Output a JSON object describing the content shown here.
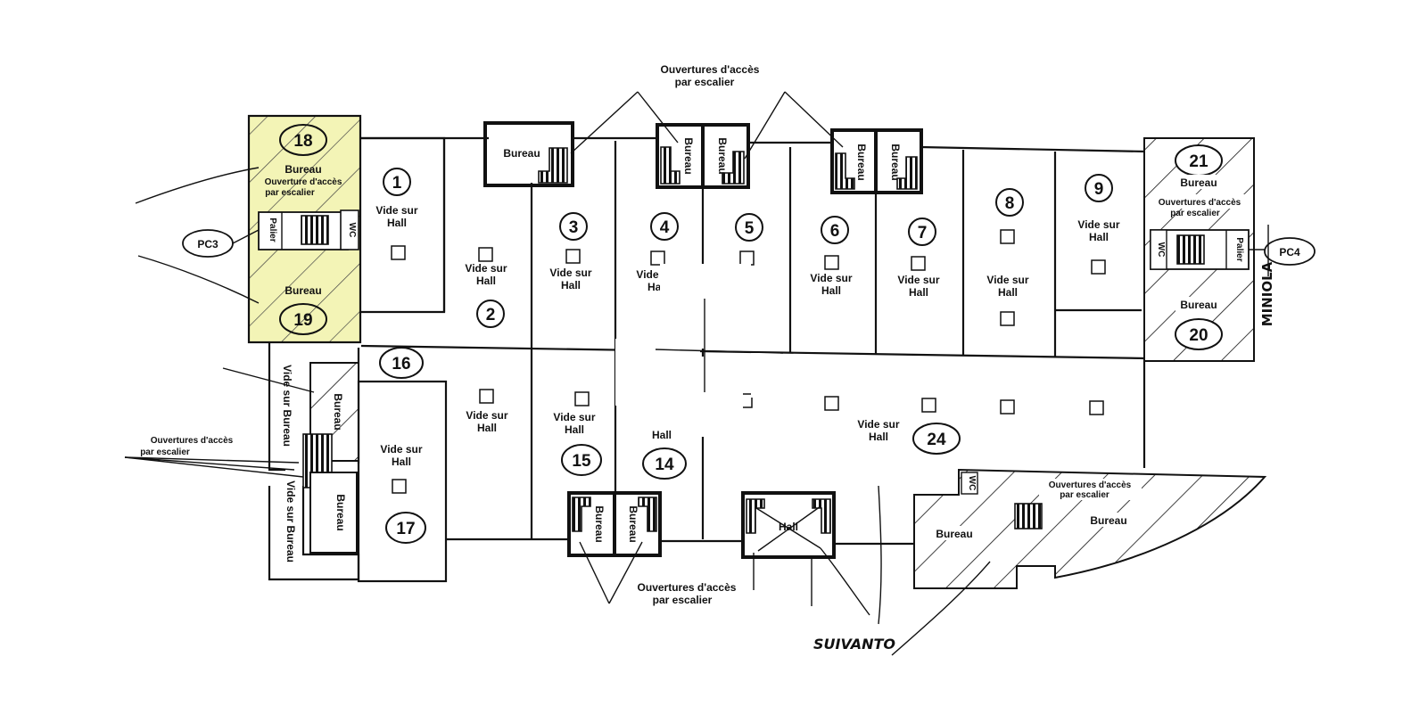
{
  "rooms": {
    "r1": "1",
    "r2": "2",
    "r3": "3",
    "r4": "4",
    "r5": "5",
    "r6": "6",
    "r7": "7",
    "r8": "8",
    "r9": "9",
    "r14": "14",
    "r15": "15",
    "r16": "16",
    "r17": "17",
    "r18": "18",
    "r19": "19",
    "r20": "20",
    "r21": "21",
    "r24": "24"
  },
  "labels": {
    "bureau": "Bureau",
    "vide_sur": "Vide sur",
    "hall": "Hall",
    "hall_partial": "Hall",
    "vide_sur_bureau": "Vide sur Bureau",
    "palier": "Palier",
    "wc": "WC",
    "ouvertures_line1": "Ouvertures d'accès",
    "ouvertures_line2": "par escalier",
    "ouverture_line1": "Ouverture d'accès",
    "ouverture_line2": "par escalier"
  },
  "markers": {
    "pc3": "PC3",
    "pc4": "PC4"
  },
  "handwritten": {
    "bottom": "SUIVANTO",
    "right": "MINIOLA"
  },
  "colors": {
    "highlight": "#f3f4b6",
    "line": "#111111"
  }
}
